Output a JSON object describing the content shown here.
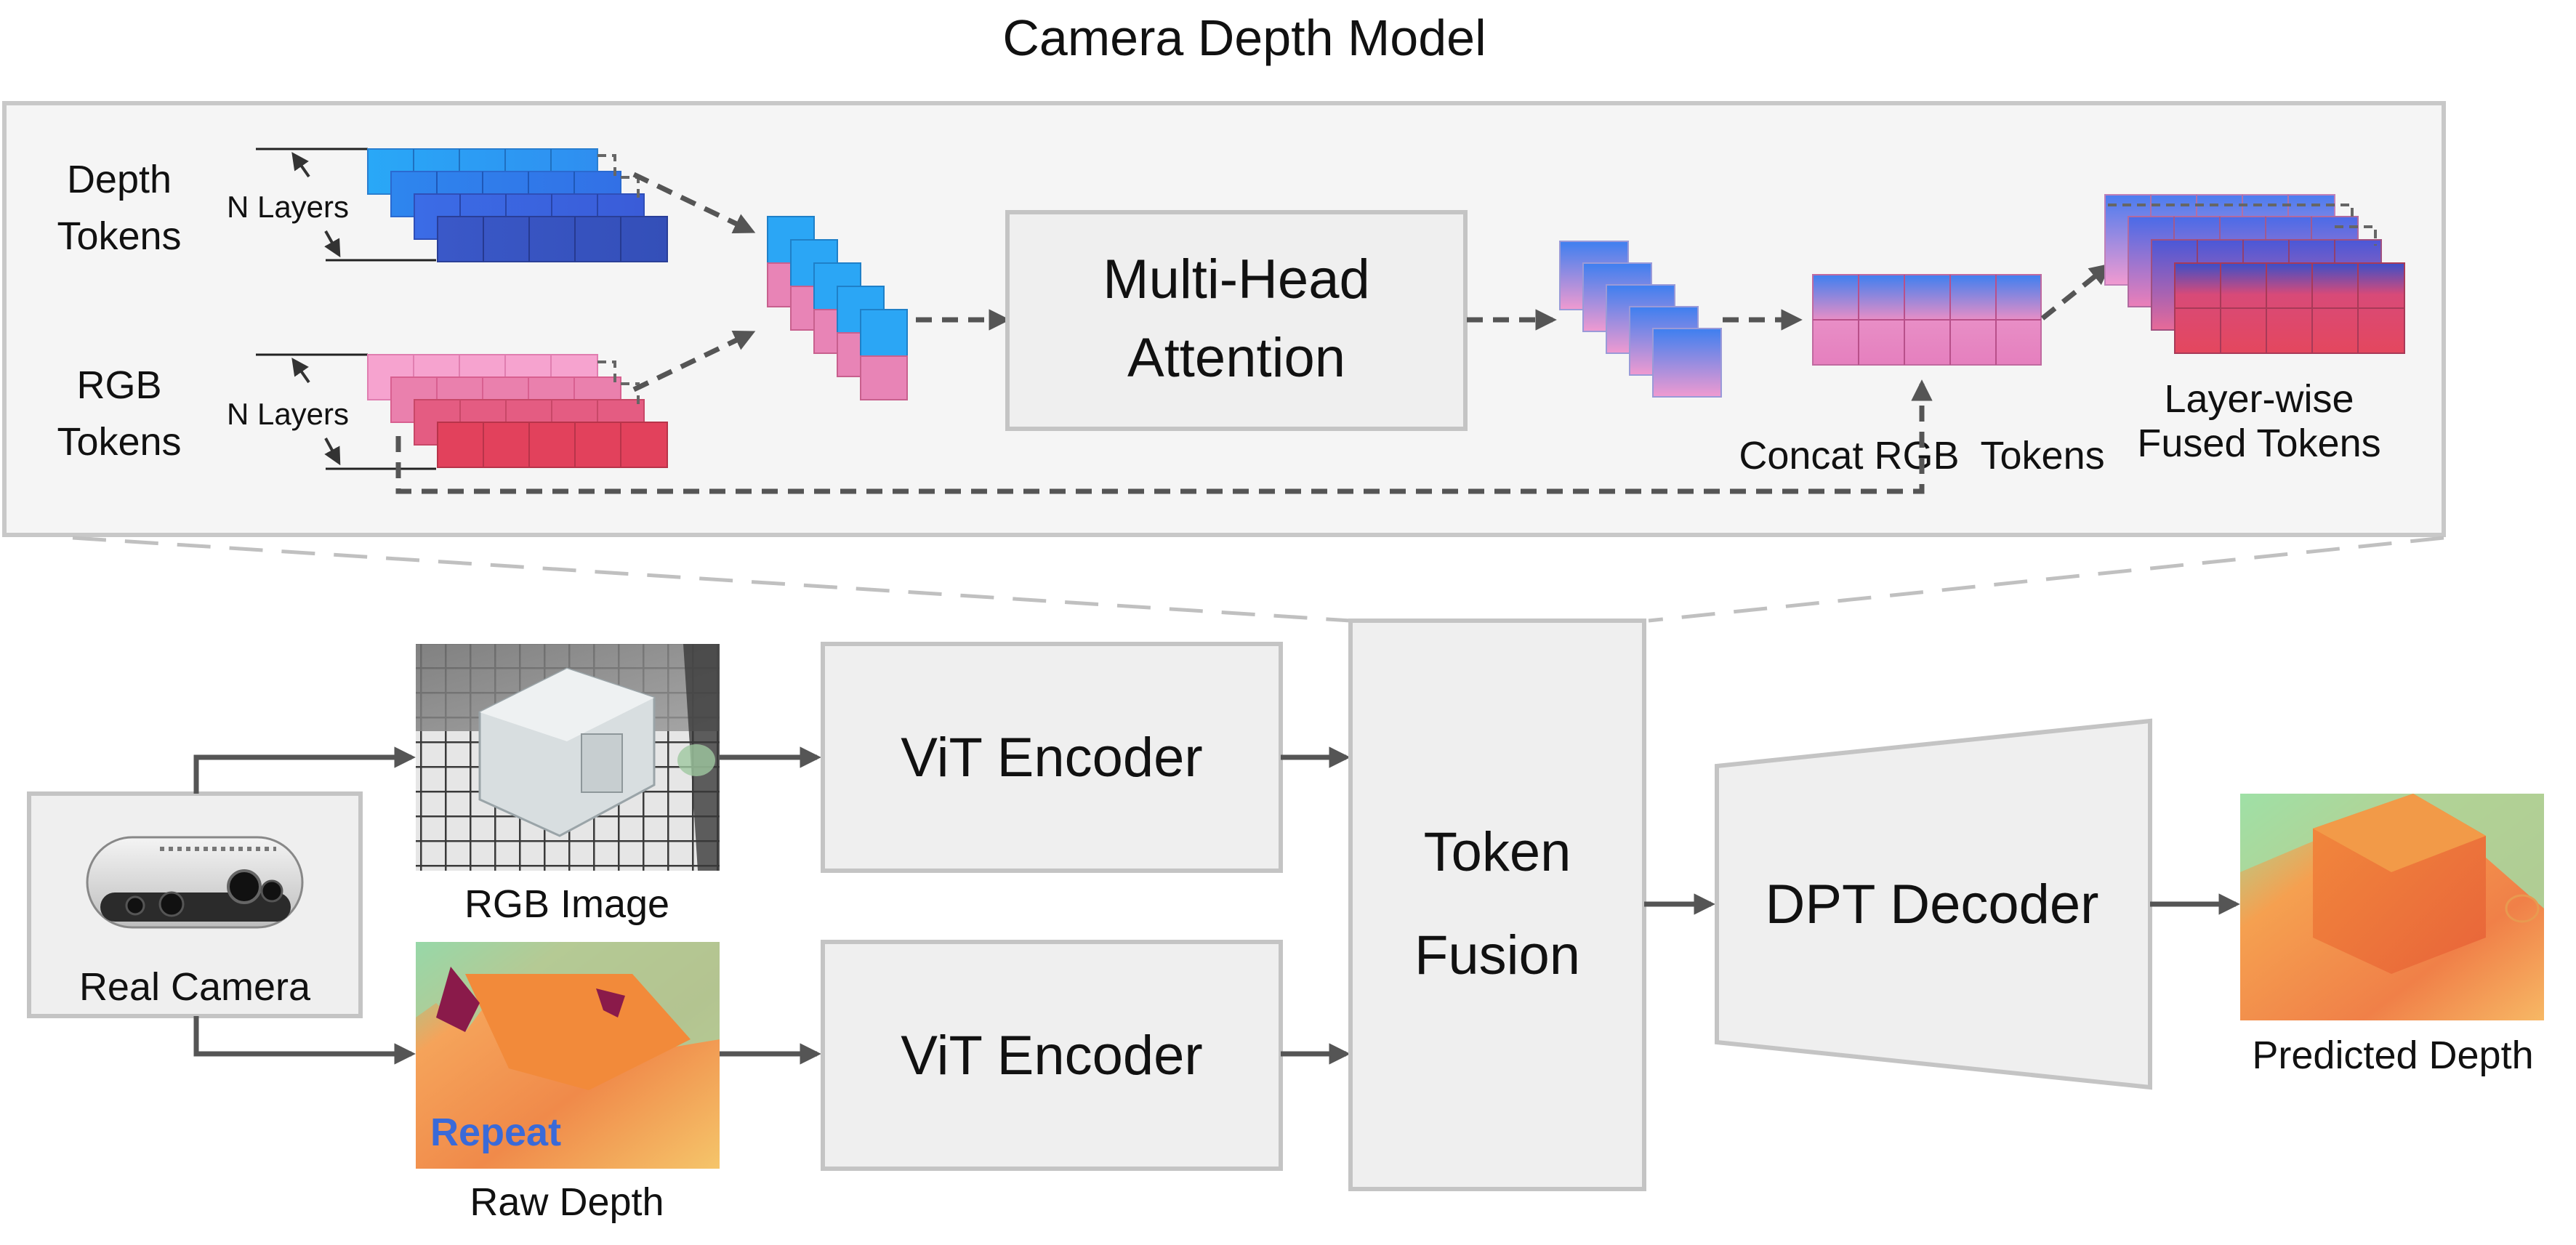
{
  "title": "Camera Depth Model",
  "top_panel": {
    "depth_tokens_label": [
      "Depth",
      "Tokens"
    ],
    "rgb_tokens_label": [
      "RGB",
      "Tokens"
    ],
    "n_layers_label": "N Layers",
    "attention_label": [
      "Multi-Head",
      "Attention"
    ],
    "concat_label": "Concat RGB  Tokens",
    "fused_label": [
      "Layer-wise",
      "Fused Tokens"
    ]
  },
  "pipeline": {
    "camera_label": "Real Camera",
    "rgb_image_label": "RGB Image",
    "raw_depth_label": "Raw Depth",
    "repeat_label": "Repeat",
    "vit_encoder_label": "ViT Encoder",
    "fusion_label": [
      "Token",
      "Fusion"
    ],
    "decoder_label": "DPT Decoder",
    "predicted_label": "Predicted Depth"
  },
  "colors": {
    "depth_light": "#2ba6f5",
    "depth_dark": "#3a58c8",
    "rgb_light": "#f6a3cf",
    "rgb_dark": "#e2415c",
    "box_fill": "#efefef",
    "box_stroke": "#c4c4c4",
    "arrow": "#555555"
  }
}
